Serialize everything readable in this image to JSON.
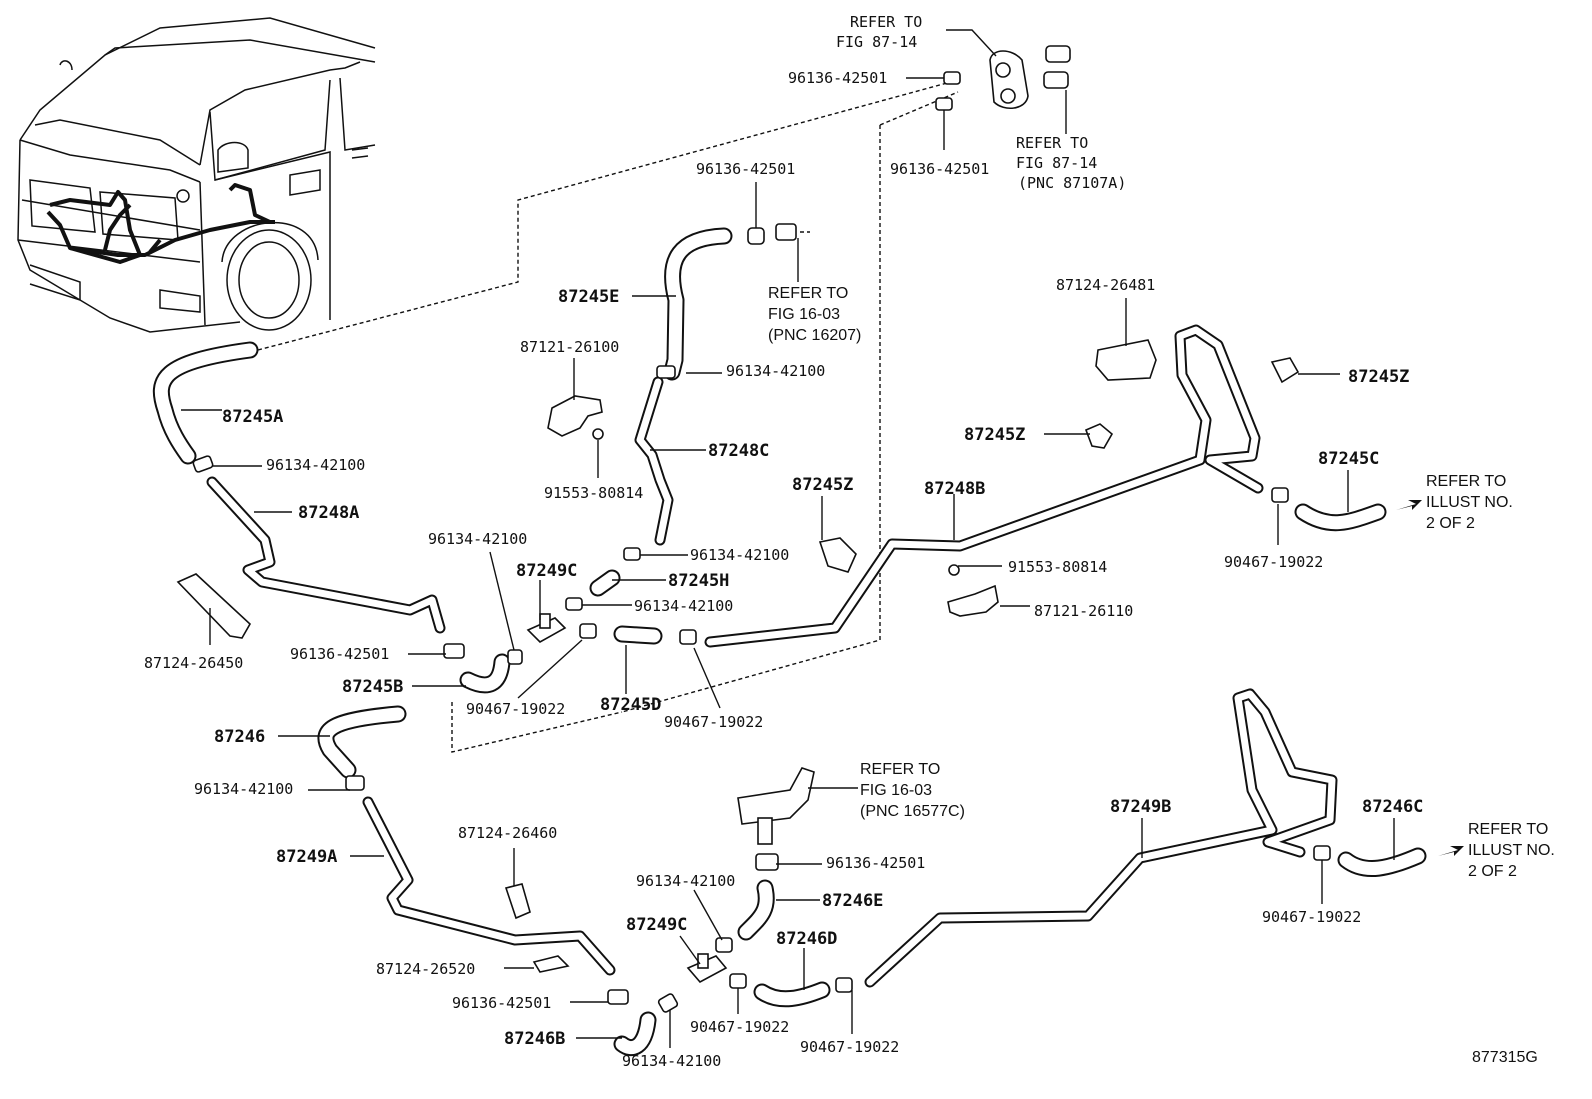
{
  "diagram_id": "877315G",
  "labels": {
    "l1": "87245E",
    "l2": "87245A",
    "l3": "87248A",
    "l4": "87248C",
    "l5": "87249C",
    "l6": "87245H",
    "l7": "87245Z",
    "l8": "87248B",
    "l9": "87245Z",
    "l10": "87245C",
    "l11": "87245Z",
    "l12": "87245B",
    "l13": "87245D",
    "l14": "87246",
    "l15": "87249A",
    "l16": "87246E",
    "l17": "87249C",
    "l18": "87246D",
    "l19": "87249B",
    "l20": "87246C",
    "l21": "87246B"
  },
  "parts": {
    "p1": "96136-42501",
    "p2": "96136-42501",
    "p3": "96136-42501",
    "p4": "96134-42100",
    "p5": "87121-26100",
    "p6": "96134-42100",
    "p7": "91553-80814",
    "p8": "96134-42100",
    "p9": "96134-42100",
    "p10": "96134-42100",
    "p11": "87124-26450",
    "p12": "96136-42501",
    "p13": "90467-19022",
    "p14": "90467-19022",
    "p15": "87124-26481",
    "p16": "91553-80814",
    "p17": "87121-26110",
    "p18": "90467-19022",
    "p19": "96134-42100",
    "p20": "87124-26460",
    "p21": "96136-42501",
    "p22": "96134-42100",
    "p23": "87124-26520",
    "p24": "96136-42501",
    "p25": "96134-42100",
    "p26": "90467-19022",
    "p27": "90467-19022",
    "p28": "90467-19022"
  },
  "refs": {
    "r1": [
      "REFER TO",
      "FIG 87-14"
    ],
    "r2": [
      "REFER TO",
      "FIG 87-14",
      "(PNC 87107A)"
    ],
    "r3": [
      "REFER TO",
      "FIG 16-03",
      "(PNC 16207)"
    ],
    "r4": [
      "REFER TO",
      "ILLUST NO.",
      "2 OF 2"
    ],
    "r5": [
      "REFER TO",
      "FIG 16-03",
      "(PNC 16577C)"
    ],
    "r6": [
      "REFER TO",
      "ILLUST NO.",
      "2 OF 2"
    ]
  }
}
